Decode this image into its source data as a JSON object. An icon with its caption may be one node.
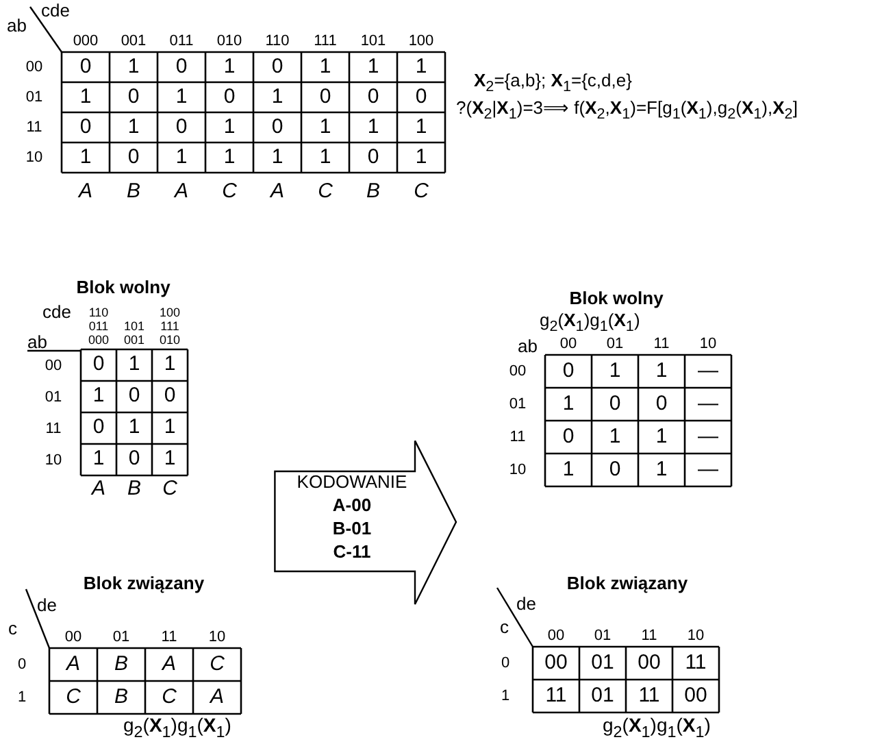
{
  "diagram": {
    "nodes": [
      {
        "text": [
          "KODOWANIE",
          "A-00",
          "B-01",
          "C-11"
        ]
      }
    ],
    "labels": [
      "cde",
      "ab",
      "000",
      "001",
      "011",
      "010",
      "110",
      "111",
      "101",
      "100",
      "00",
      "0",
      "1",
      "0",
      "1",
      "0",
      "1",
      "1",
      "1",
      "01",
      "1",
      "0",
      "1",
      "0",
      "1",
      "0",
      "0",
      "0",
      "11",
      "0",
      "1",
      "0",
      "1",
      "0",
      "1",
      "1",
      "1",
      "10",
      "1",
      "0",
      "1",
      "1",
      "1",
      "1",
      "0",
      "1",
      "A",
      "B",
      "A",
      "C",
      "A",
      "C",
      "B",
      "C",
      "**X**$_{2}$={a,b}; **X**$_{1}$={c,d,e}",
      "?(**X**$_{2}$|**X**$_{1}$)=3⟹ f(**X**$_{2}$,**X**$_{1}$)=F[g$_{1}$(**X**$_{1}$),g$_{2}$(**X**$_{1}$),**X**$_{2}$]",
      "Blok wolny",
      "cde",
      "ab",
      "110 011 000",
      "101 001",
      "100 111 010",
      "00",
      "0",
      "1",
      "1",
      "01",
      "1",
      "0",
      "0",
      "11",
      "0",
      "1",
      "1",
      "10",
      "1",
      "0",
      "1",
      "A",
      "B",
      "C",
      "Blok wolny",
      "g$_{2}$(**X**$_{1}$)g$_{1}$(**X**$_{1}$)",
      "ab",
      "00",
      "01",
      "11",
      "10",
      "00",
      "0",
      "1",
      "1",
      "—",
      "01",
      "1",
      "0",
      "0",
      "—",
      "11",
      "0",
      "1",
      "1",
      "—",
      "10",
      "1",
      "0",
      "1",
      "—",
      "Blok związany",
      "de",
      "c",
      "00",
      "01",
      "11",
      "10",
      "0",
      "A",
      "B",
      "A",
      "C",
      "1",
      "C",
      "B",
      "C",
      "A",
      "g$_{2}$(**X**$_{1}$)g$_{1}$(**X**$_{1}$)",
      "Blok związany",
      "de",
      "c",
      "00",
      "01",
      "11",
      "10",
      "0",
      "00",
      "01",
      "00",
      "11",
      "1",
      "11",
      "01",
      "11",
      "00",
      "g$_{2}$(**X**$_{1}$)g$_{1}$(**X**$_{1}$)"
    ]
  }
}
